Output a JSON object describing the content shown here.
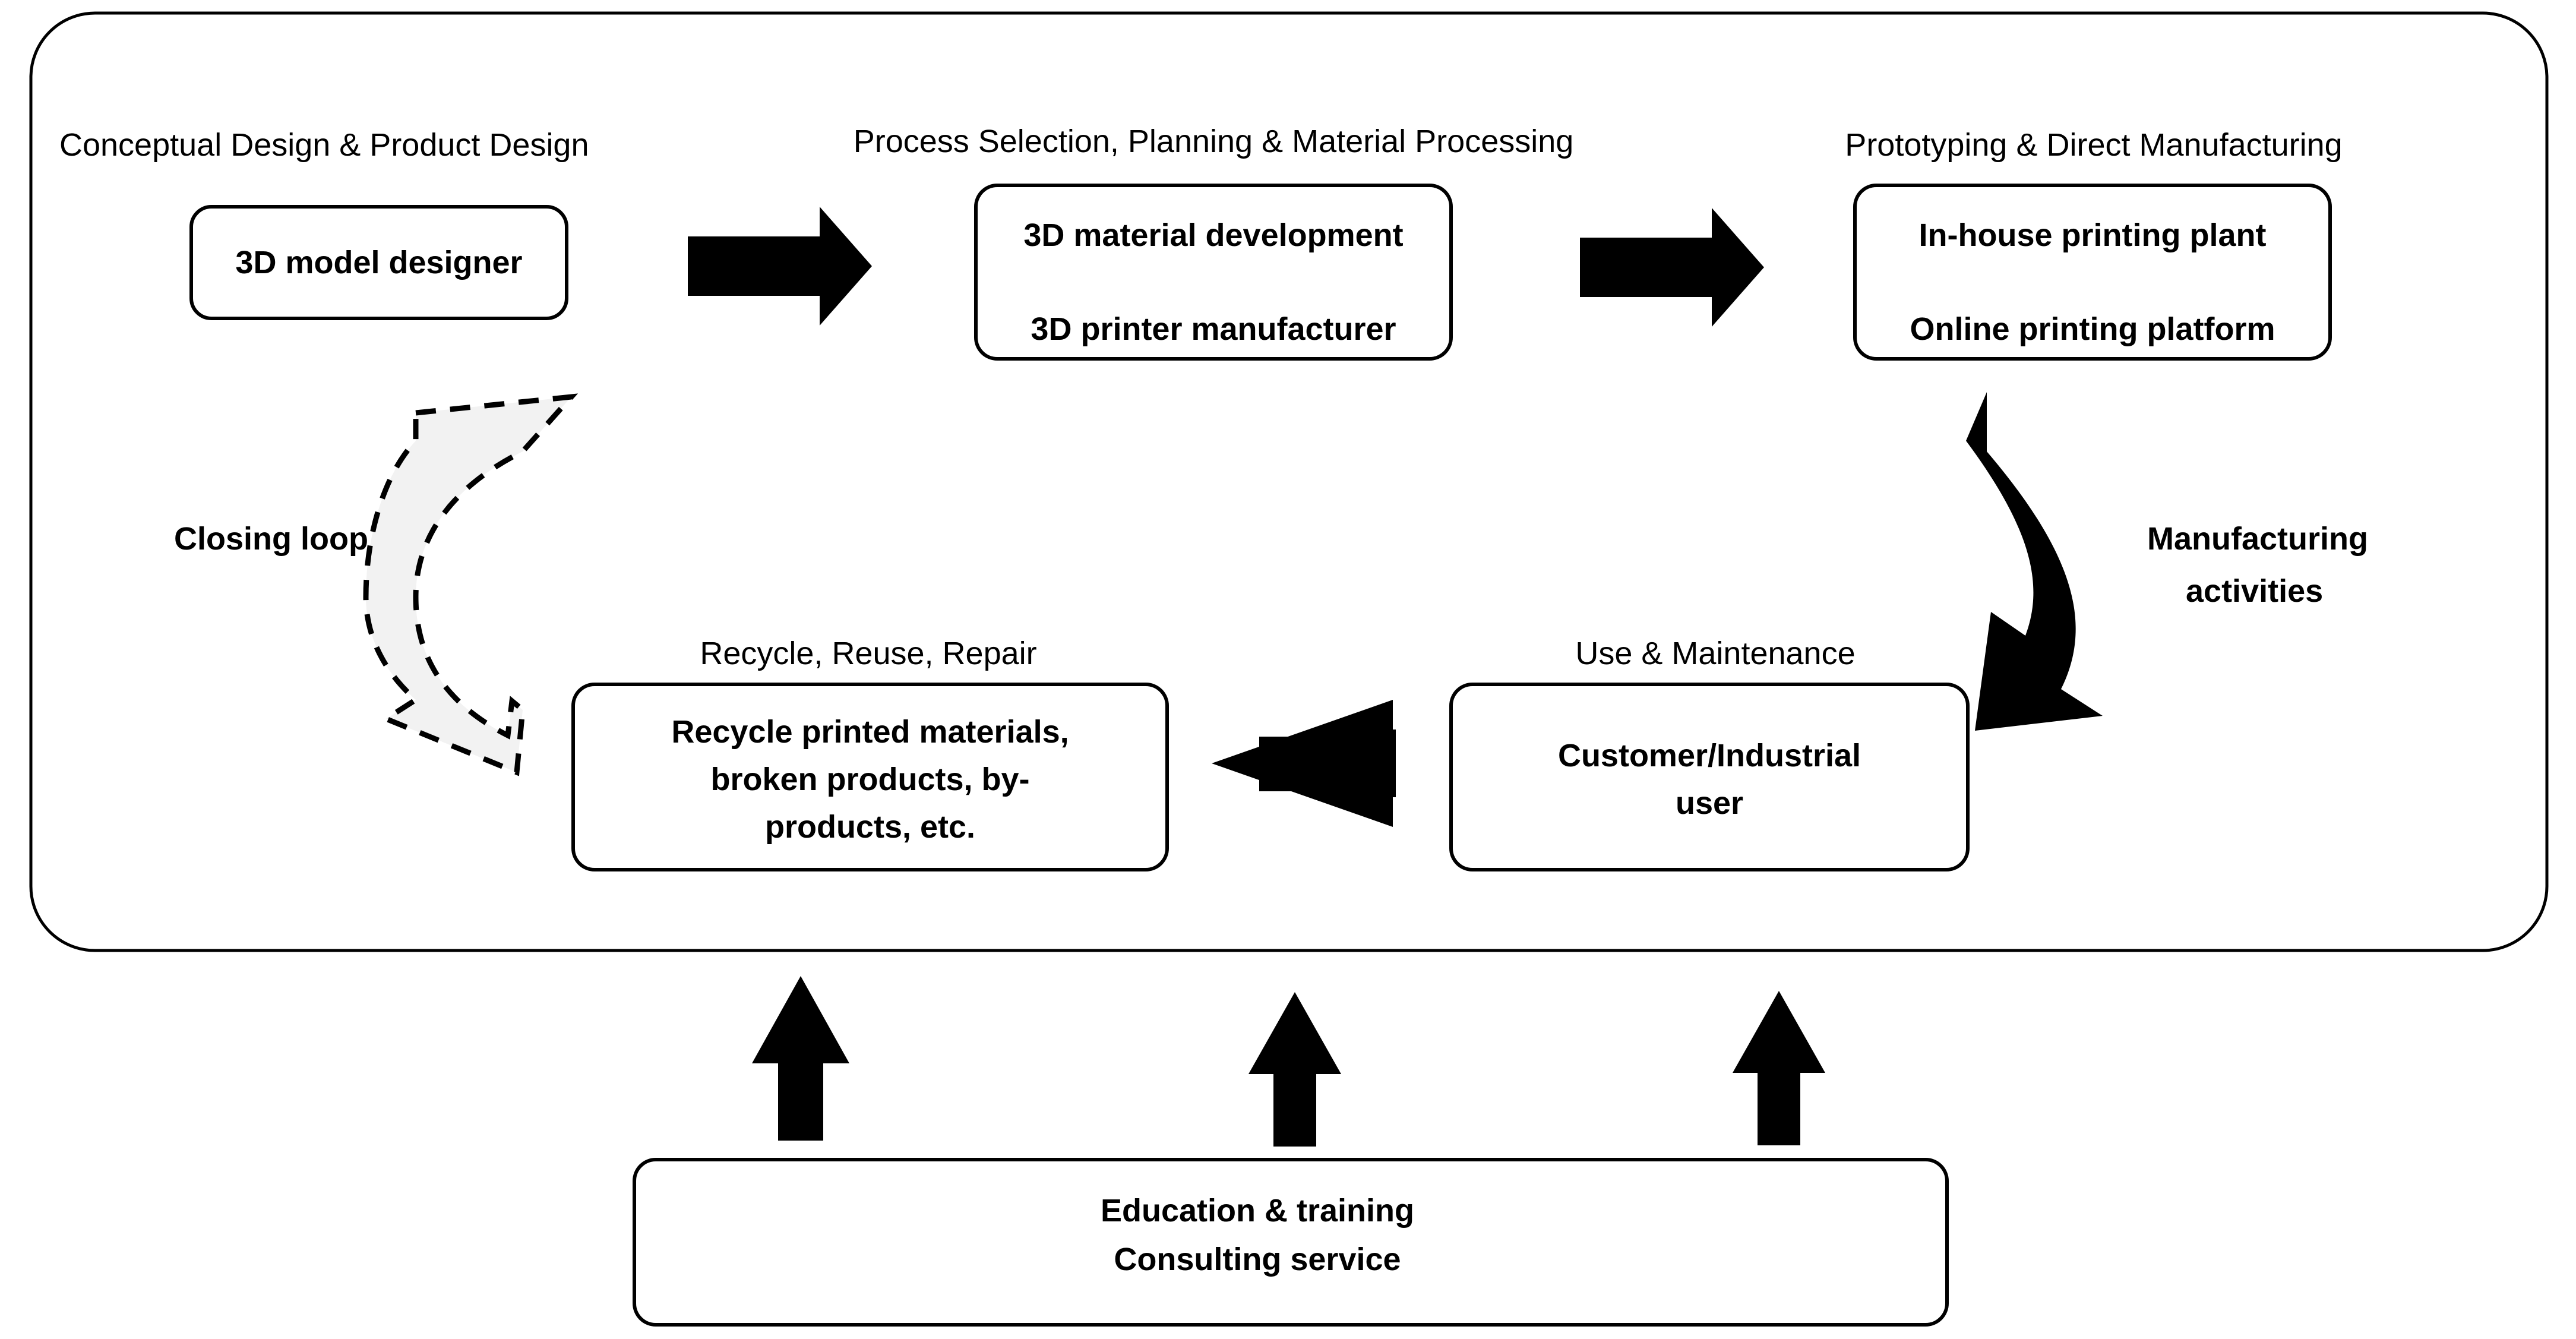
{
  "diagram": {
    "title": "Additive manufacturing value chain with closing loop",
    "outer_frame_label": "",
    "stage_labels": {
      "conceptual_design": "Conceptual Design & Product Design",
      "process_selection": "Process Selection, Planning & Material Processing",
      "prototyping": "Prototyping & Direct Manufacturing",
      "recycle": "Recycle, Reuse, Repair",
      "use_maintenance": "Use & Maintenance"
    },
    "nodes": {
      "design": {
        "lines": [
          "3D model designer"
        ]
      },
      "process": {
        "lines": [
          "3D material development",
          "3D printer manufacturer"
        ]
      },
      "manufacturing": {
        "lines": [
          "In-house printing plant",
          "Online printing platform"
        ]
      },
      "use": {
        "lines": [
          "Customer/Industrial",
          "user"
        ]
      },
      "recycle": {
        "lines": [
          "Recycle printed materials,",
          "broken products, by-",
          "products, etc."
        ]
      },
      "support": {
        "lines": [
          "Education & training",
          "Consulting service"
        ]
      }
    },
    "annotations": {
      "closing_loop": "Closing loop",
      "manufacturing_activities": [
        "Manufacturing",
        "activities"
      ]
    },
    "icons": {
      "arrow_right_1": "arrow-right-icon",
      "arrow_right_2": "arrow-right-icon",
      "arrow_left_1": "arrow-left-icon",
      "arrow_up_1": "arrow-up-icon",
      "arrow_up_2": "arrow-up-icon",
      "arrow_up_3": "arrow-up-icon",
      "curved_arrow_down": "curved-arrow-down-icon",
      "dashed_curved_arrow": "dashed-curved-arrow-icon"
    },
    "colors": {
      "stroke": "#000000",
      "fill": "#ffffff",
      "arrow": "#000000",
      "dashed_fill": "#f2f2f2"
    }
  }
}
